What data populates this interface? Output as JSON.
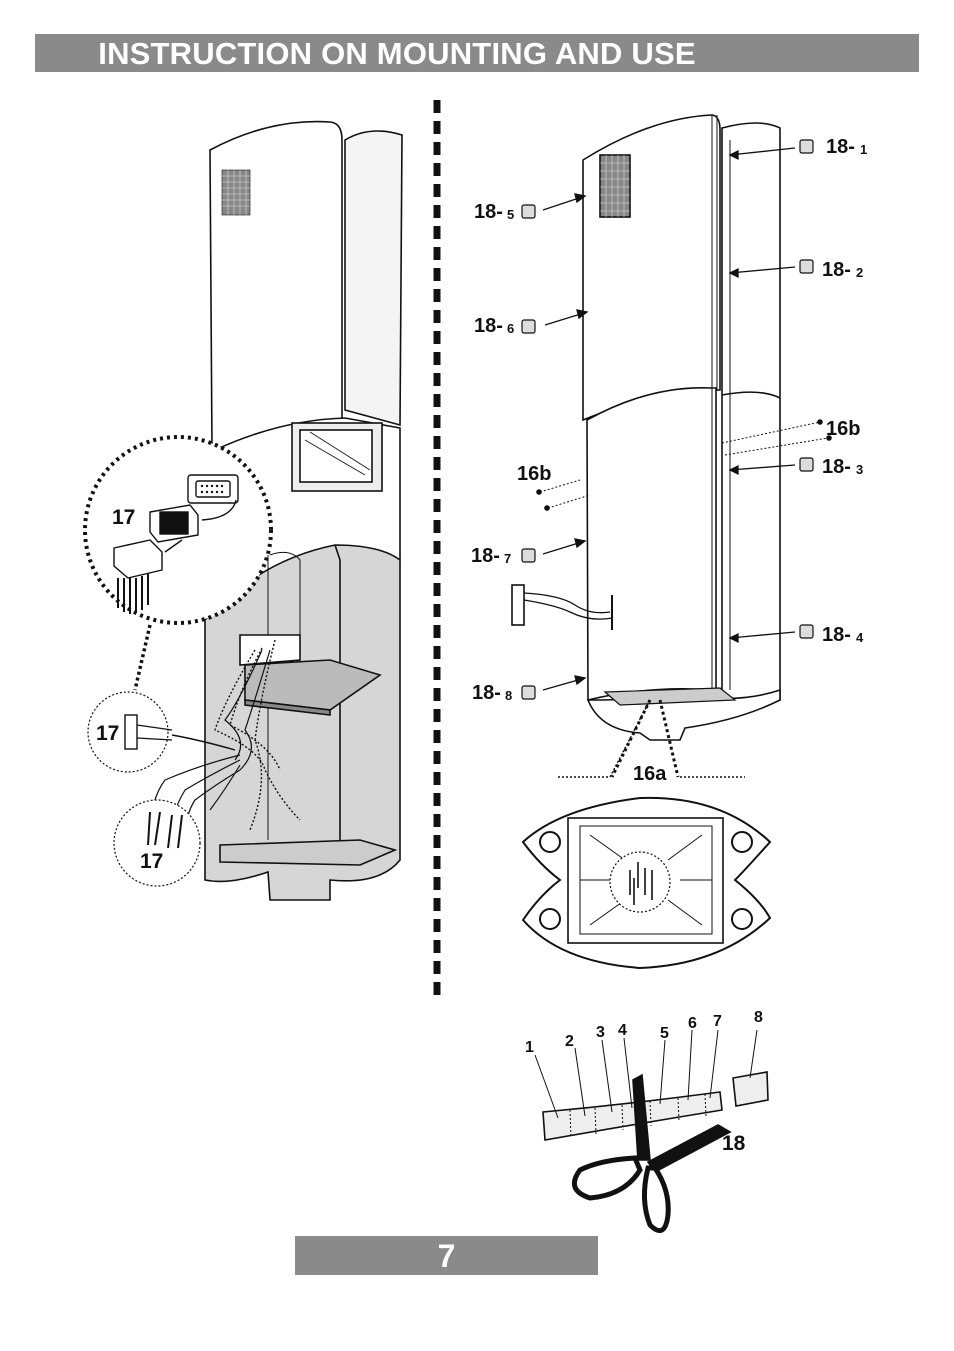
{
  "header": {
    "title": "INSTRUCTION ON MOUNTING AND USE"
  },
  "footer": {
    "page_number": "7"
  },
  "left_figure": {
    "callout_top": "17",
    "callout_mid": "17",
    "callout_bottom": "17"
  },
  "right_figure": {
    "labels": {
      "l18_1": "18-",
      "s18_1": "1",
      "l18_2": "18-",
      "s18_2": "2",
      "l18_3": "18-",
      "s18_3": "3",
      "l18_4": "18-",
      "s18_4": "4",
      "l18_5": "18-",
      "s18_5": "5",
      "l18_6": "18-",
      "s18_6": "6",
      "l18_7": "18-",
      "s18_7": "7",
      "l18_8": "18-",
      "s18_8": "8",
      "l16b_right": "16b",
      "l16b_left": "16b",
      "l16a": "16a"
    }
  },
  "strip_figure": {
    "numbers": [
      "1",
      "2",
      "3",
      "4",
      "5",
      "6",
      "7",
      "8"
    ],
    "part_label": "18"
  }
}
